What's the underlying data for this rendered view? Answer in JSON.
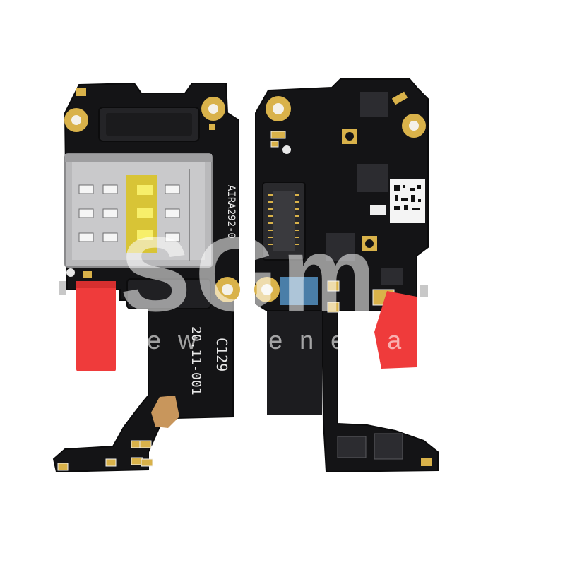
{
  "product_photo": {
    "left_board": {
      "part_code": "AIRA292-0",
      "label_line1": "C129",
      "label_line2": "20.11-001"
    },
    "watermark": {
      "brand_mark": "SGm",
      "tagline": "new generation"
    },
    "colors": {
      "pcb": "#141416",
      "gold_pad": "#d9b24a",
      "red_tape": "#ef3b3b",
      "sim_tray": "#b9b9bb"
    }
  }
}
